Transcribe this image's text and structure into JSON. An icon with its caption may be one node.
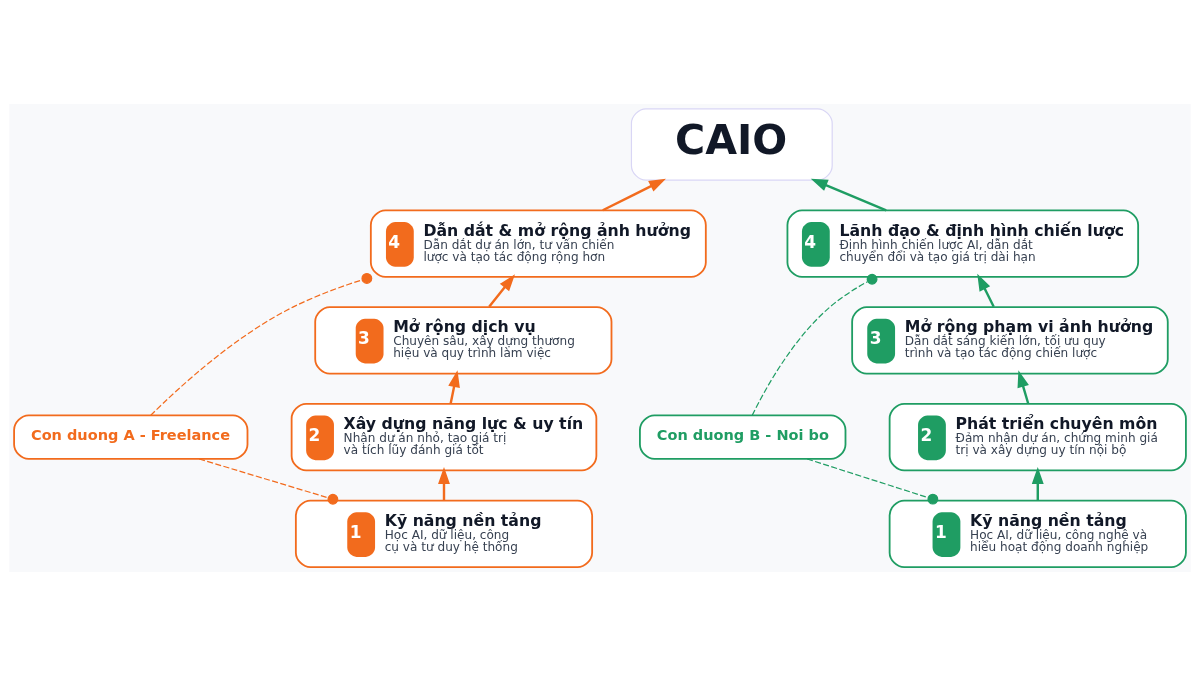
{
  "diagram": {
    "nodes": [
      {
        "text": [
          "CAIO"
        ]
      },
      {
        "text": [
          "Con duong A - Freelance"
        ]
      },
      {
        "text": [
          "1",
          "Kỹ năng nền tảng",
          "Học AI, dữ liệu, công cụ và tư duy hệ thống"
        ]
      },
      {
        "text": [
          "2",
          "Xây dựng năng lực & uy tín",
          "Nhận dự án nhỏ, tạo giá trị và tích lũy đánh giá tốt"
        ]
      },
      {
        "text": [
          "3",
          "Mở rộng dịch vụ",
          "Chuyên sâu, xây dựng thương hiệu và quy trình làm việc"
        ]
      },
      {
        "text": [
          "4",
          "Dẫn dắt & mở rộng ảnh hưởng",
          "Dẫn dắt dự án lớn, tư vấn chiến lược và tạo tác động rộng hơn"
        ]
      },
      {
        "text": [
          "Con duong B - Noi bo"
        ]
      },
      {
        "text": [
          "1",
          "Kỹ năng nền tảng",
          "Học AI, dữ liệu, công nghệ và hiểu hoạt động doanh nghiệp"
        ]
      },
      {
        "text": [
          "2",
          "Phát triển chuyên môn",
          "Đảm nhận dự án, chứng minh giá trị và xây dựng uy tín nội bộ"
        ]
      },
      {
        "text": [
          "3",
          "Mở rộng phạm vi ảnh hưởng",
          "Dẫn dắt sáng kiến lớn, tối ưu quy trình và tạo tác động chiến lược"
        ]
      },
      {
        "text": [
          "4",
          "Lãnh đạo & định hình chiến lược",
          "Định hình chiến lược AI, dẫn dắt chuyển đổi và tạo giá trị dài hạn"
        ]
      }
    ],
    "edges": [
      {
        "from": 2,
        "to": 3,
        "arrow": "to",
        "color": "#f26b1d"
      },
      {
        "from": 3,
        "to": 4,
        "arrow": "to",
        "color": "#f26b1d"
      },
      {
        "from": 4,
        "to": 5,
        "arrow": "to",
        "color": "#f26b1d"
      },
      {
        "from": 5,
        "to": 0,
        "arrow": "to",
        "color": "#f26b1d"
      },
      {
        "from": 1,
        "to": 5,
        "arrow": "other",
        "style": "dashed",
        "color": "#f26b1d"
      },
      {
        "from": 1,
        "to": 2,
        "arrow": "other",
        "style": "dashed",
        "color": "#f26b1d"
      },
      {
        "from": 7,
        "to": 8,
        "arrow": "to",
        "color": "#1f9d63"
      },
      {
        "from": 8,
        "to": 9,
        "arrow": "to",
        "color": "#1f9d63"
      },
      {
        "from": 9,
        "to": 10,
        "arrow": "to",
        "color": "#1f9d63"
      },
      {
        "from": 10,
        "to": 0,
        "arrow": "to",
        "color": "#1f9d63"
      },
      {
        "from": 6,
        "to": 10,
        "arrow": "other",
        "style": "dashed",
        "color": "#1f9d63"
      },
      {
        "from": 6,
        "to": 7,
        "arrow": "other",
        "style": "dashed",
        "color": "#1f9d63"
      }
    ]
  }
}
